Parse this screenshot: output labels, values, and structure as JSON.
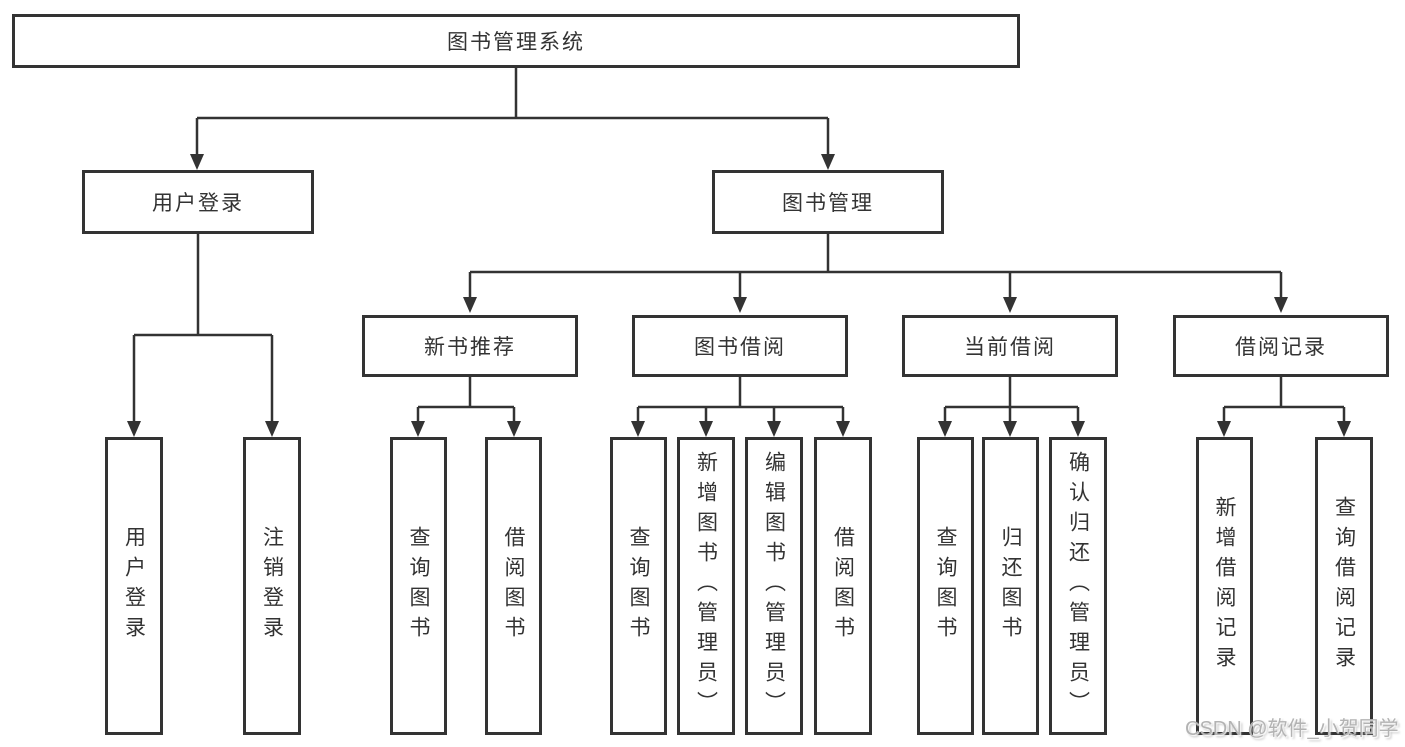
{
  "colors": {
    "line": "#333333",
    "text": "#333333",
    "background": "#ffffff",
    "watermark": "#b3b3b3"
  },
  "watermark": {
    "text": "CSDN @软件_小贺同学"
  },
  "tree": {
    "root": {
      "label": "图书管理系统",
      "children": [
        {
          "label": "用户登录",
          "children": [
            {
              "label": "用户登录"
            },
            {
              "label": "注销登录"
            }
          ]
        },
        {
          "label": "图书管理",
          "children": [
            {
              "label": "新书推荐",
              "children": [
                {
                  "label": "查询图书"
                },
                {
                  "label": "借阅图书"
                }
              ]
            },
            {
              "label": "图书借阅",
              "children": [
                {
                  "label": "查询图书"
                },
                {
                  "label": "新增图书（管理员）"
                },
                {
                  "label": "编辑图书（管理员）"
                },
                {
                  "label": "借阅图书"
                }
              ]
            },
            {
              "label": "当前借阅",
              "children": [
                {
                  "label": "查询图书"
                },
                {
                  "label": "归还图书"
                },
                {
                  "label": "确认归还（管理员）"
                }
              ]
            },
            {
              "label": "借阅记录",
              "children": [
                {
                  "label": "新增借阅记录"
                },
                {
                  "label": "查询借阅记录"
                }
              ]
            }
          ]
        }
      ]
    }
  }
}
